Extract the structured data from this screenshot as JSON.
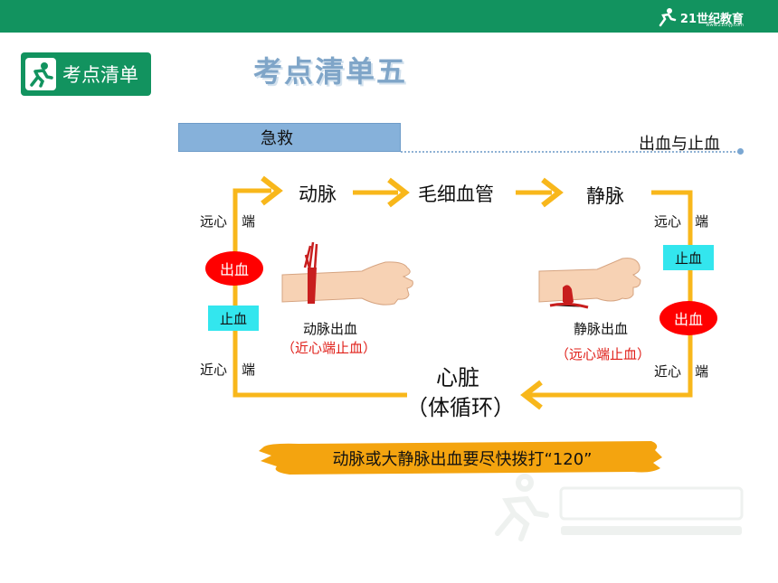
{
  "header": {
    "brand_text": "21世纪教育",
    "brand_sub": "www.21cnjy.com"
  },
  "badge": {
    "label": "考点清单"
  },
  "title": "考点清单五",
  "section": {
    "label": "急救",
    "topic": "出血与止血"
  },
  "flow": {
    "artery": "动脉",
    "capillary": "毛细血管",
    "vein": "静脉",
    "heart_line1": "心脏",
    "heart_line2": "（体循环）"
  },
  "left": {
    "distal_a": "远心",
    "distal_b": "端",
    "bleed": "出血",
    "stop": "止血",
    "proximal_a": "近心",
    "proximal_b": "端"
  },
  "right": {
    "distal_a": "远心",
    "distal_b": "端",
    "stop": "止血",
    "bleed": "出血",
    "proximal_a": "近心",
    "proximal_b": "端"
  },
  "artery_case": {
    "caption": "动脉出血",
    "method": "（近心端止血）"
  },
  "vein_case": {
    "caption": "静脉出血",
    "method": "（远心端止血）"
  },
  "banner": {
    "text": "动脉或大静脉出血要尽快拨打“120”"
  },
  "colors": {
    "green": "#12935f",
    "flow": "#f8b71b",
    "bleed": "#ff0000",
    "stop": "#33e6ee",
    "section": "#86b1da"
  }
}
